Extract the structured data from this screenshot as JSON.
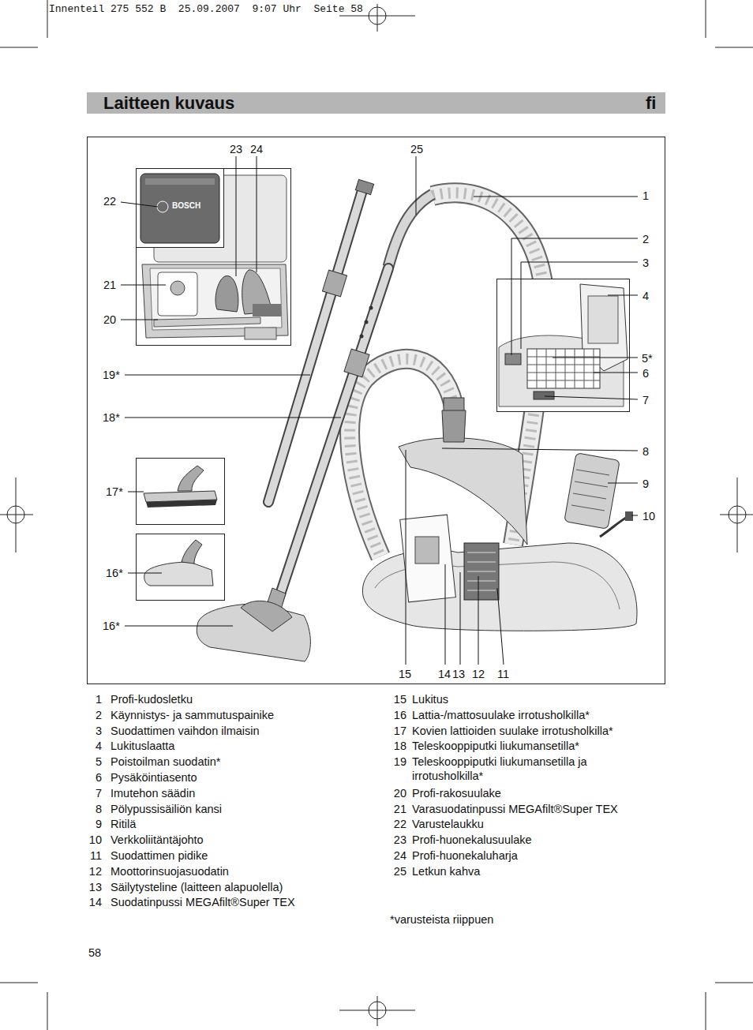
{
  "diagram": {
    "title": "Laitteen kuvaus",
    "labels": [
      "Innenteil 275 552 B  25.09.2007  9:07 Uhr  Seite 58",
      "fi",
      "23",
      "24",
      "25",
      "22",
      "1",
      "2",
      "3",
      "4",
      "21",
      "20",
      "5*",
      "6",
      "19*",
      "7",
      "18*",
      "8",
      "17*",
      "9",
      "10",
      "16*",
      "16*",
      "15",
      "14",
      "13",
      "12",
      "11",
      "BOSCH",
      "1",
      "Profi-kudosletku",
      "2",
      "Käynnistys- ja sammutuspainike",
      "3",
      "Suodattimen vaihdon ilmaisin",
      "4",
      "Lukituslaatta",
      "5",
      "Poistoilman suodatin*",
      "6",
      "Pysäköintiasento",
      "7",
      "Imutehon säädin",
      "8",
      "Pölypussisäiliön kansi",
      "9",
      "Ritilä",
      "10",
      "Verkkoliitäntäjohto",
      "11",
      "Suodattimen pidike",
      "12",
      "Moottorinsuojasuodatin",
      "13",
      "Säilytysteline (laitteen alapuolella)",
      "14",
      "Suodatinpussi MEGAfilt®Super TEX",
      "15",
      "Lukitus",
      "16",
      "Lattia-/mattosuulake irrotusholkilla*",
      "17",
      "Kovien lattioiden suulake irrotusholkilla*",
      "18",
      "Teleskooppiputki liukumansetilla*",
      "19",
      "Teleskooppiputki liukumansetilla ja irrotusholkilla*",
      "20",
      "Profi-rakosuulake",
      "21",
      "Varasuodatinpussi MEGAfilt®Super TEX",
      "22",
      "Varustelaukku",
      "23",
      "Profi-huonekalusuulake",
      "24",
      "Profi-huonekaluharja",
      "25",
      "Letkun kahva",
      "*varusteista riippuen",
      "58"
    ]
  }
}
